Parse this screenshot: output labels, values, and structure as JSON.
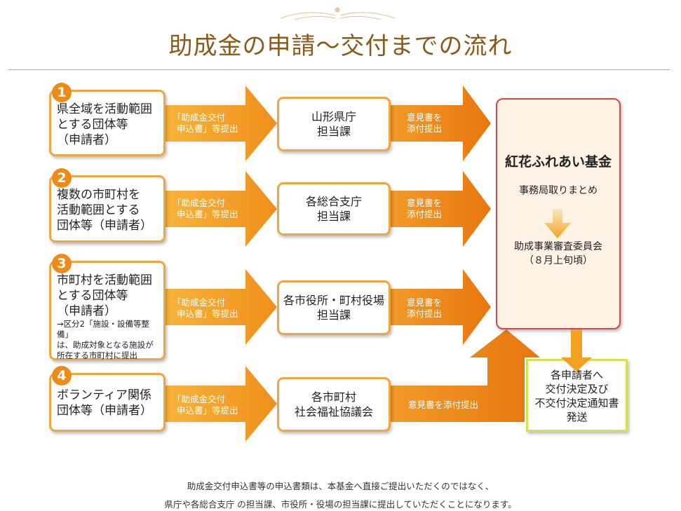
{
  "title": "助成金の申請～交付までの流れ",
  "rows": [
    {
      "num": "1",
      "applicant": [
        "県全域を活動範囲",
        "とする団体等",
        "（申請者）"
      ],
      "note": [],
      "submit": [
        "「助成金交付",
        "申込書」等提出"
      ],
      "office": [
        "山形県庁",
        "担当課"
      ],
      "forward": [
        "意見書を",
        "添付提出"
      ]
    },
    {
      "num": "2",
      "applicant": [
        "複数の市町村を",
        "活動範囲とする",
        "団体等（申請者）"
      ],
      "note": [],
      "submit": [
        "「助成金交付",
        "申込書」等提出"
      ],
      "office": [
        "各総合支庁",
        "担当課"
      ],
      "forward": [
        "意見書を",
        "添付提出"
      ]
    },
    {
      "num": "3",
      "applicant": [
        "市町村を活動範囲",
        "とする団体等",
        "（申請者）"
      ],
      "note": [
        "→区分2「施設・設備等整備」",
        "は、助成対象となる施設が",
        "所在する市町村に提出"
      ],
      "submit": [
        "「助成金交付",
        "申込書」等提出"
      ],
      "office": [
        "各市役所・町村役場",
        "担当課"
      ],
      "forward": [
        "意見書を",
        "添付提出"
      ]
    },
    {
      "num": "4",
      "applicant": [
        "ボランティア関係",
        "団体等（申請者）"
      ],
      "note": [],
      "submit": [
        "「助成金交付",
        "申込書」等提出"
      ],
      "office": [
        "各市町村",
        "社会福祉協議会"
      ],
      "forward": [
        "意見書を添付提出"
      ]
    }
  ],
  "fund": {
    "name": "紅花ふれあい基金",
    "step1": "事務局取りまとめ",
    "step2": "助成事業審査委員会",
    "step2_date": "（８月上旬頃）"
  },
  "final": [
    "各申請者へ",
    "交付決定及び",
    "不交付決定通知書",
    "発送"
  ],
  "footer": [
    "助成金交付申込書等の申込書類は、本基金へ直接ご提出いただくのではなく、",
    "県庁や各総合支庁 の担当課、市役所・役場の担当課に提出していただくことになります。"
  ],
  "colors": {
    "arrow_light": "#f3a02a",
    "arrow_dark": "#ec7d12",
    "title": "#8a5a1c",
    "fund_border": "#d84545",
    "final_border": "#d8e04a"
  }
}
